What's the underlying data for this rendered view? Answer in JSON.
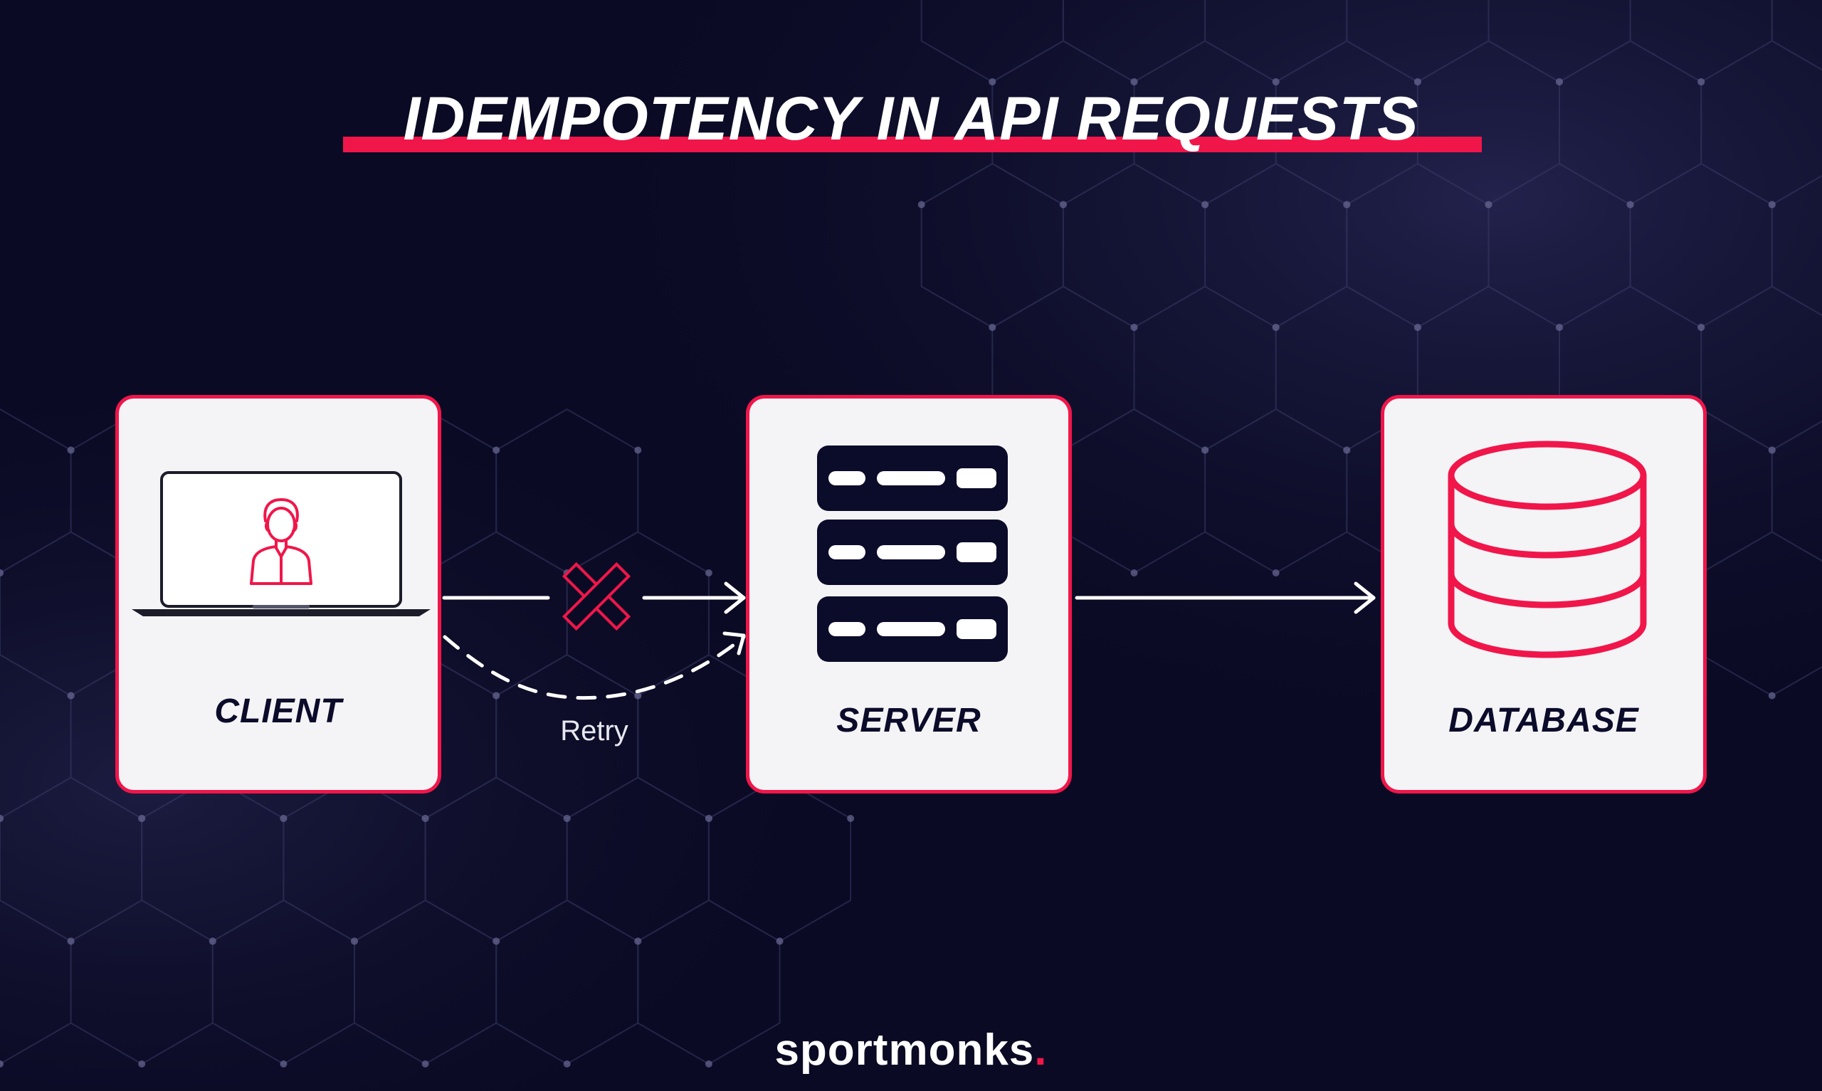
{
  "title": "IDEMPOTENCY IN API REQUESTS",
  "nodes": [
    {
      "label": "CLIENT",
      "icon": "laptop-user-icon"
    },
    {
      "label": "SERVER",
      "icon": "server-rack-icon"
    },
    {
      "label": "DATABASE",
      "icon": "database-icon"
    }
  ],
  "edges": [
    {
      "from": "CLIENT",
      "to": "SERVER",
      "style": "solid",
      "status": "failed"
    },
    {
      "from": "CLIENT",
      "to": "SERVER",
      "style": "dashed",
      "label": "Retry"
    },
    {
      "from": "SERVER",
      "to": "DATABASE",
      "style": "solid"
    }
  ],
  "brand": {
    "name": "sportmonks",
    "dot": "."
  },
  "colors": {
    "background": "#0a0a24",
    "accent": "#f0164a",
    "card": "#f4f3f6",
    "dark": "#0b0b2a",
    "line": "#ffffff"
  }
}
